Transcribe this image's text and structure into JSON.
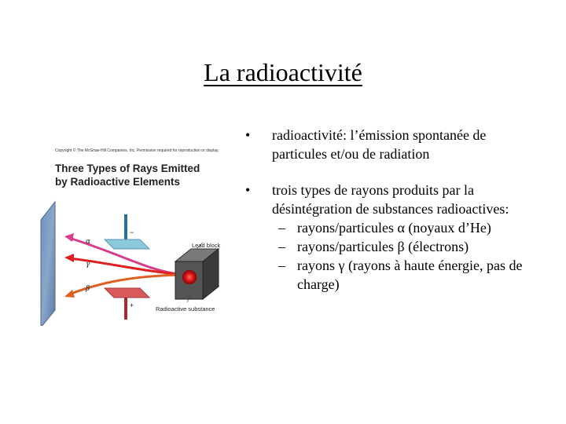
{
  "title": "La radioactivité",
  "figure": {
    "copyright": "Copyright © The McGraw-Hill Companies, Inc. Permission required for reproduction or display.",
    "title_line1": "Three Types of Rays Emitted",
    "title_line2": "by Radioactive Elements",
    "lead_block_label": "Lead block",
    "substance_label": "Radioactive substance",
    "alpha": "α",
    "gamma": "γ",
    "beta": "β",
    "minus": "−",
    "plus": "+"
  },
  "bullets": [
    {
      "marker": "•",
      "text": "radioactivité:  l’émission spontanée de particules et/ou de radiation"
    },
    {
      "marker": "•",
      "text": "trois types de rayons produits par la désintégration de substances radioactives:",
      "subitems": [
        {
          "marker": "–",
          "text": "rayons/particules α (noyaux d’He)"
        },
        {
          "marker": "–",
          "text": "rayons/particules β (électrons)"
        },
        {
          "marker": "–",
          "text": "rayons γ (rayons à haute énergie, pas de charge)"
        }
      ]
    }
  ]
}
